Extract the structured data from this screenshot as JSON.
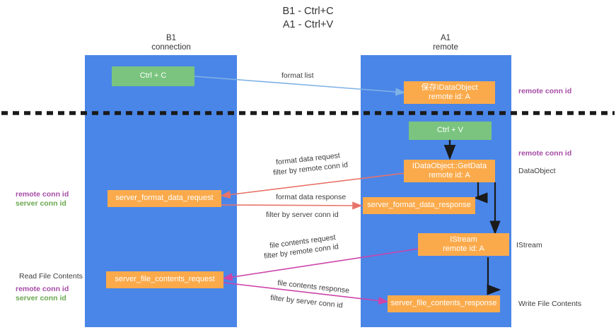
{
  "title": {
    "line1": "B1 - Ctrl+C",
    "line2": "A1 - Ctrl+V"
  },
  "columns": [
    {
      "name": "B1",
      "sub": "connection",
      "color": "#4a86e8"
    },
    {
      "name": "A1",
      "sub": "remote",
      "color": "#4a86e8"
    }
  ],
  "nodes": {
    "ctrl_c": "Ctrl + C",
    "ctrl_v": "Ctrl + V",
    "idataobject_line1": "保存IDataObject",
    "idataobject_line2": "remote id: A",
    "getdata_line1": "IDataObject::GetData",
    "getdata_line2": "remote id: A",
    "istream_line1": "IStream",
    "istream_line2": "remote id: A",
    "server_format_data_request": "server_format_data_request",
    "server_format_data_response": "server_format_data_response",
    "server_file_contents_request": "server_file_contents_request",
    "server_file_contents_response": "server_file_contents_response"
  },
  "edges": {
    "format_list": "format list",
    "format_data_request": "format data request",
    "format_data_request_filter_prefix": "filter by ",
    "format_data_request_filter_key": "remote conn id",
    "format_data_response": "format data response",
    "format_data_response_filter_prefix": "filter by ",
    "format_data_response_filter_key": "server conn id",
    "file_contents_request": "file contents request",
    "file_contents_request_filter_prefix": "filter by ",
    "file_contents_request_filter_key": "remote conn id",
    "file_contents_response": "file contents response",
    "file_contents_response_filter_prefix": "filter by ",
    "file_contents_response_filter_key": "server conn id"
  },
  "annotations": {
    "right_remote_conn_id_top": "remote conn id",
    "right_remote_conn_id_mid": "remote conn id",
    "right_dataobject": "DataObject",
    "right_istream": "IStream",
    "right_write_file_contents": "Write File Contents",
    "left_remote_conn_id": "remote conn id",
    "left_server_conn_id": "server conn id",
    "left_read_file_contents": "Read File Contents",
    "left_remote_conn_id2": "remote conn id",
    "left_server_conn_id2": "server conn id"
  },
  "colors": {
    "band": "#4a86e8",
    "green_node": "#7ac47f",
    "orange_node": "#fbaa4b",
    "purple": "#a64ca6",
    "green_text": "#6aa84f",
    "arrow_blue": "#7fb2e5",
    "arrow_red": "#e8736a",
    "arrow_magenta": "#cc44aa",
    "arrow_black": "#1a1a1a",
    "dashed": "#1a1a1a"
  }
}
